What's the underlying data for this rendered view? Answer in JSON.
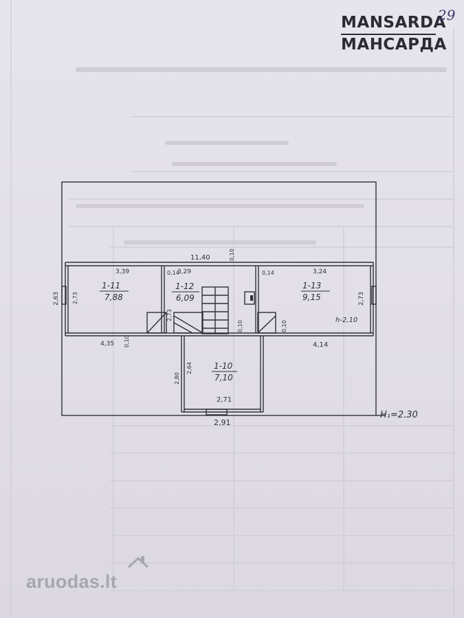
{
  "stamp": {
    "line1": "MANSARDA",
    "line2": "МАНСАРДА"
  },
  "page_number": "29",
  "plan": {
    "rooms": [
      {
        "id": "1-11",
        "area": "7,88"
      },
      {
        "id": "1-12",
        "area": "6,09"
      },
      {
        "id": "1-13",
        "area": "9,15"
      },
      {
        "id": "1-10",
        "area": "7,10"
      }
    ],
    "dimensions": {
      "total_width": "11,40",
      "top_wall": "0,10",
      "room11_width": "3,39",
      "room12_width": "3,29",
      "room13_width": "3,24",
      "wall_a": "0,14",
      "wall_b": "0,14",
      "left_outer": "2,63",
      "room11_depth": "2,73",
      "room12_depth": "2,73",
      "room13_depth": "2,73",
      "height_room13": "h-2,10",
      "mid_wall_a": "0,10",
      "mid_wall_b": "0,10",
      "mid_wall_c": "0,10",
      "left_lower": "4,35",
      "right_lower": "4,14",
      "room10_outer": "2,80",
      "room10_depth": "2,64",
      "room10_inner_width": "2,71",
      "room10_outer_width": "2,91",
      "floor_height": "H₁=2.30"
    }
  },
  "watermark": {
    "text": "aruodas.lt"
  }
}
